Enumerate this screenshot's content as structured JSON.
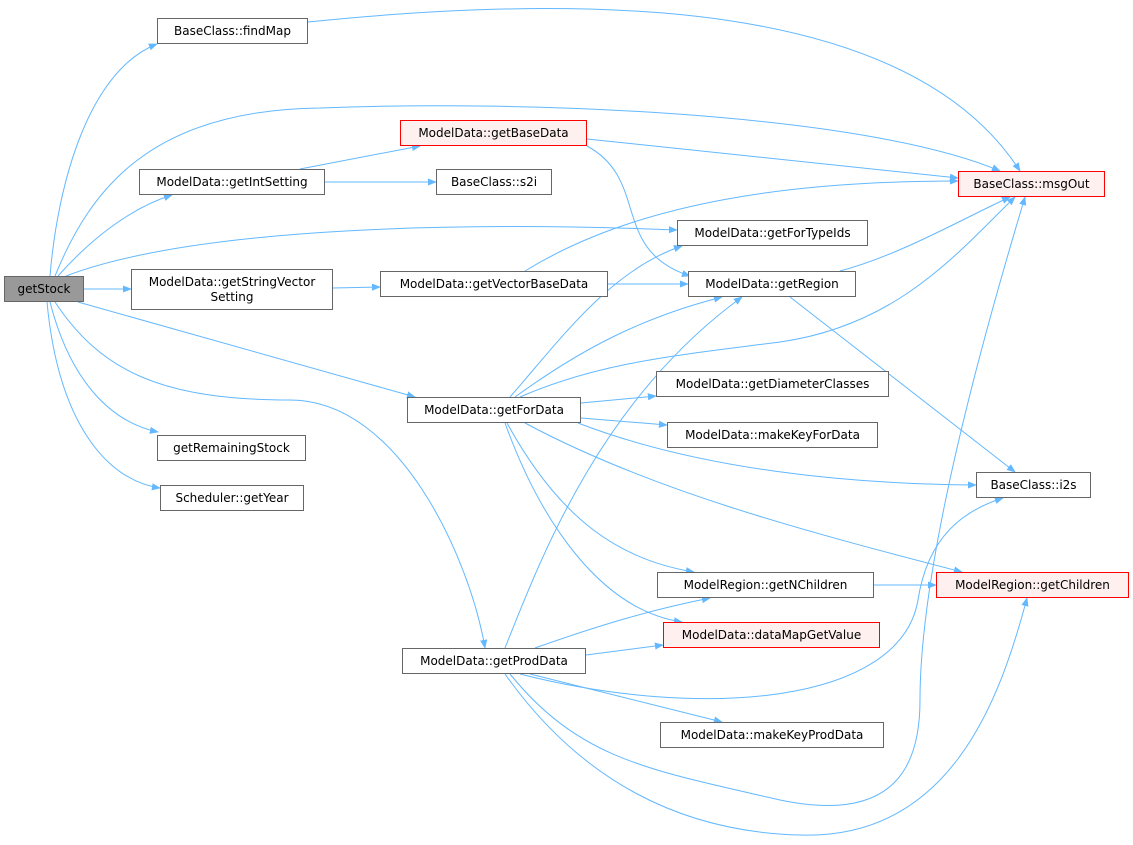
{
  "nodes": {
    "getStock": "getStock",
    "findMap": "BaseClass::findMap",
    "getBaseData": "ModelData::getBaseData",
    "getIntSetting": "ModelData::getIntSetting",
    "s2i": "BaseClass::s2i",
    "msgOut": "BaseClass::msgOut",
    "getForTypeIds": "ModelData::getForTypeIds",
    "getStringVectorSetting": "ModelData::getStringVector\nSetting",
    "getVectorBaseData": "ModelData::getVectorBaseData",
    "getRegion": "ModelData::getRegion",
    "getDiameterClasses": "ModelData::getDiameterClasses",
    "getForData": "ModelData::getForData",
    "makeKeyForData": "ModelData::makeKeyForData",
    "getRemainingStock": "getRemainingStock",
    "i2s": "BaseClass::i2s",
    "getYear": "Scheduler::getYear",
    "getNChildren": "ModelRegion::getNChildren",
    "getChildren": "ModelRegion::getChildren",
    "dataMapGetValue": "ModelData::dataMapGetValue",
    "getProdData": "ModelData::getProdData",
    "makeKeyProdData": "ModelData::makeKeyProdData"
  },
  "colors": {
    "edge": "#63b8ff",
    "root_fill": "#999999",
    "truncated_border": "#ff0000",
    "truncated_fill": "#fff0f0"
  }
}
